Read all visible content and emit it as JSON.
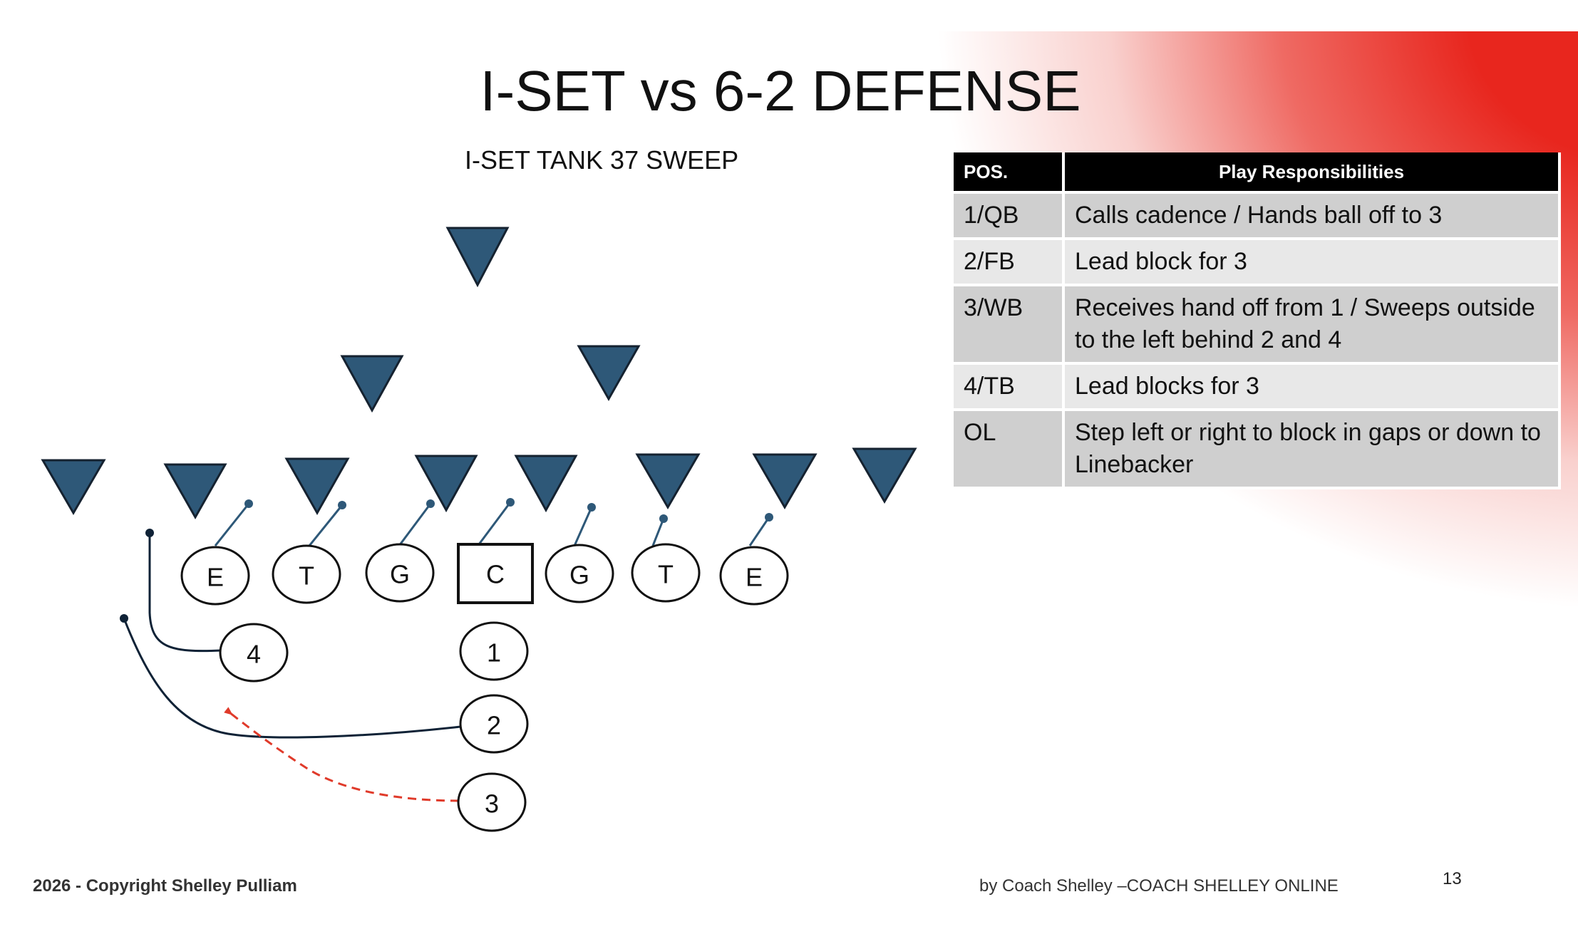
{
  "slide": {
    "title": "I-SET vs 6-2 DEFENSE",
    "play_name": "I-SET TANK 37 SWEEP",
    "page_number": "13",
    "footer_left": "2026 - Copyright Shelley Pulliam",
    "footer_right": "by Coach Shelley –COACH SHELLEY ONLINE"
  },
  "colors": {
    "accent_red": "#e8261e",
    "defender_fill": "#2e5878",
    "block_line": "#2e5878",
    "route_line": "#0f2236",
    "ball_path": "#e03a2a",
    "table_header_bg": "#000000"
  },
  "offense": {
    "line": [
      "E",
      "T",
      "G",
      "C",
      "G",
      "T",
      "E"
    ],
    "backs": [
      "1",
      "2",
      "3",
      "4"
    ]
  },
  "defense": {
    "formation": "6-2",
    "defender_count": 11,
    "defender_icon": "triangle-defender-icon"
  },
  "table": {
    "headers": {
      "pos": "POS.",
      "resp": "Play Responsibilities"
    },
    "rows": [
      {
        "pos": "1/QB",
        "resp": "Calls cadence / Hands ball off to 3"
      },
      {
        "pos": "2/FB",
        "resp": "Lead block for 3"
      },
      {
        "pos": "3/WB",
        "resp": "Receives hand off from 1 / Sweeps outside to the left behind 2 and 4"
      },
      {
        "pos": "4/TB",
        "resp": "Lead blocks for 3"
      },
      {
        "pos": "OL",
        "resp": "Step left or right to block in gaps or down to Linebacker"
      }
    ]
  }
}
